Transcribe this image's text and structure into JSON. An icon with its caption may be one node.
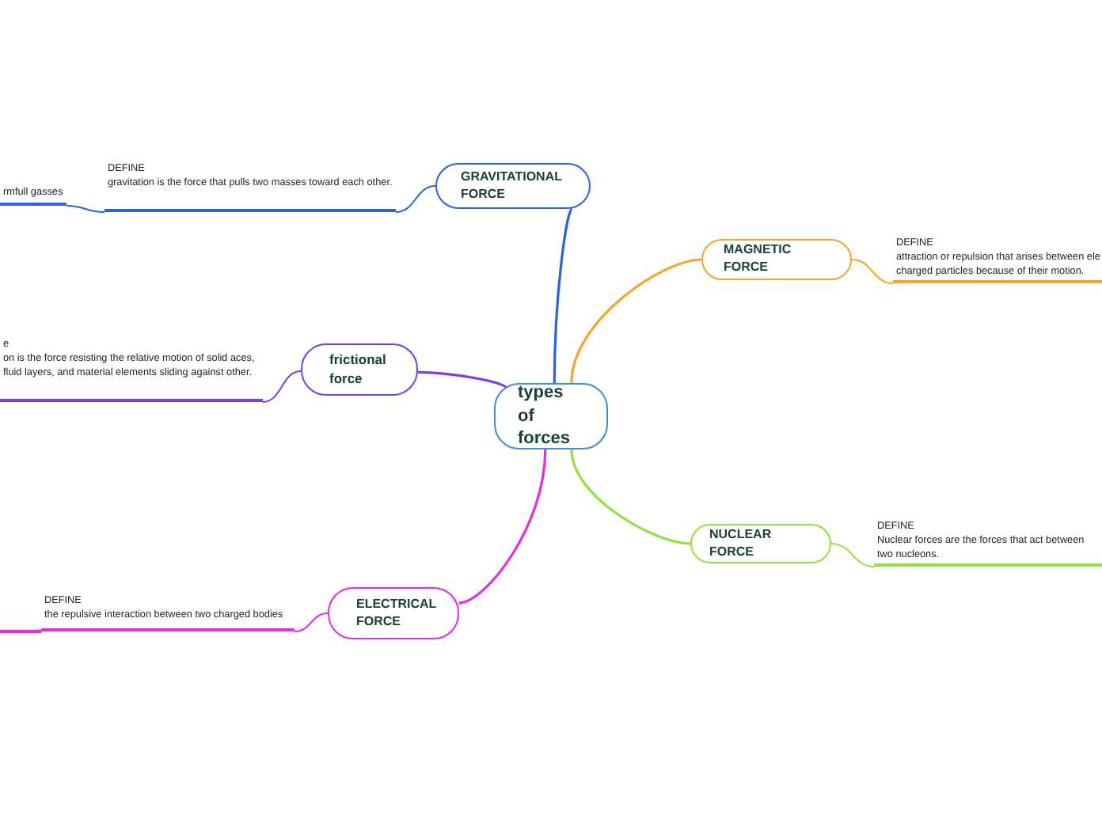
{
  "diagram": {
    "nodes": [
      {
        "text": [
          "types of forces"
        ]
      },
      {
        "text": [
          "GRAVITATIONAL FORCE"
        ]
      },
      {
        "text": [
          "DEFINE",
          "gravitation is the force that pulls two masses toward each other."
        ]
      },
      {
        "text": [
          "rmfull gasses"
        ]
      },
      {
        "text": [
          "MAGNETIC FORCE"
        ]
      },
      {
        "text": [
          "DEFINE",
          "attraction or repulsion that arises between ele charged particles because of their motion."
        ]
      },
      {
        "text": [
          "frictional force"
        ]
      },
      {
        "text": [
          "e",
          "on is the force resisting the relative motion of solid aces, fluid layers, and material elements sliding against other."
        ]
      },
      {
        "text": [
          "NUCLEAR FORCE"
        ]
      },
      {
        "text": [
          "DEFINE",
          "Nuclear forces are the forces that act between two nucleons."
        ]
      },
      {
        "text": [
          "ELECTRICAL FORCE"
        ]
      },
      {
        "text": [
          "DEFINE",
          "the repulsive interaction between two charged bodies"
        ]
      }
    ],
    "edges": [
      {
        "from": 0,
        "to": 1,
        "arrow": "none",
        "color": "#2a62e8"
      },
      {
        "from": 1,
        "to": 2,
        "arrow": "none",
        "color": "#2a62e8"
      },
      {
        "from": 2,
        "to": 3,
        "arrow": "none",
        "color": "#2a62e8"
      },
      {
        "from": 0,
        "to": 4,
        "arrow": "none",
        "color": "#f6a623"
      },
      {
        "from": 4,
        "to": 5,
        "arrow": "none",
        "color": "#f6a623"
      },
      {
        "from": 0,
        "to": 6,
        "arrow": "none",
        "color": "#7a3cf0"
      },
      {
        "from": 6,
        "to": 7,
        "arrow": "none",
        "color": "#7a3cf0"
      },
      {
        "from": 0,
        "to": 8,
        "arrow": "none",
        "color": "#8fe33c"
      },
      {
        "from": 8,
        "to": 9,
        "arrow": "none",
        "color": "#8fe33c"
      },
      {
        "from": 0,
        "to": 10,
        "arrow": "none",
        "color": "#e62be6"
      },
      {
        "from": 10,
        "to": 11,
        "arrow": "none",
        "color": "#e62be6"
      },
      {
        "from": 11,
        "to": null,
        "arrow": "none",
        "color": "#e62be6"
      }
    ]
  }
}
